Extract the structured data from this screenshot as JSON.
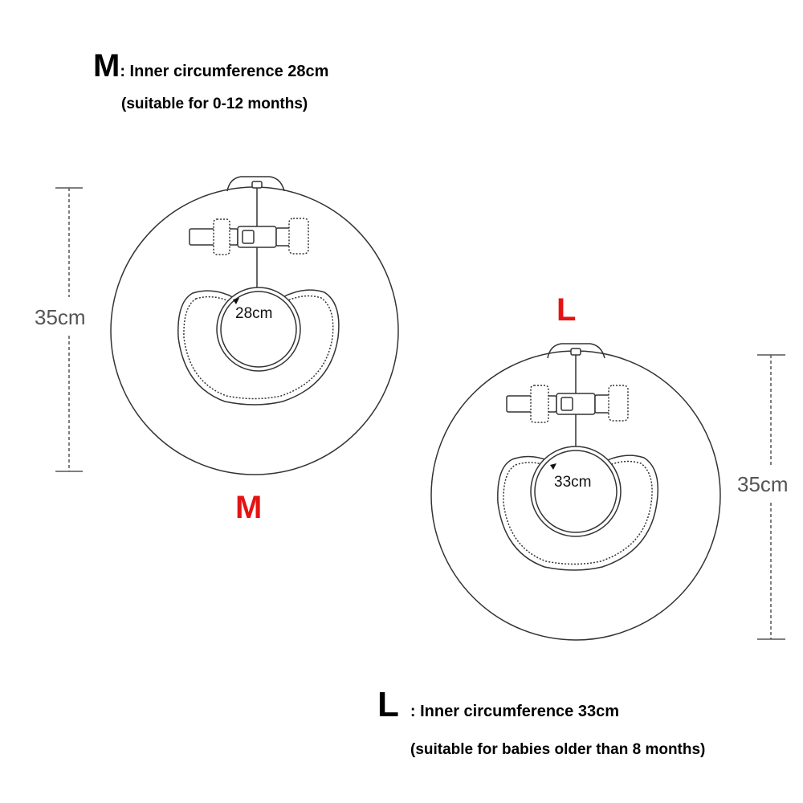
{
  "m_info": {
    "letter": "M",
    "text": ": Inner circumference 28cm",
    "subtitle": "(suitable for 0-12 months)"
  },
  "l_info": {
    "letter": "L",
    "text": ": Inner circumference 33cm",
    "subtitle": "(suitable for babies older than 8 months)"
  },
  "m_ring": {
    "size_label": "M",
    "height_label": "35cm",
    "inner_label": "28cm"
  },
  "l_ring": {
    "size_label": "L",
    "height_label": "35cm",
    "inner_label": "33cm"
  },
  "colors": {
    "size_label": "#e41414",
    "outline": "#333333"
  }
}
